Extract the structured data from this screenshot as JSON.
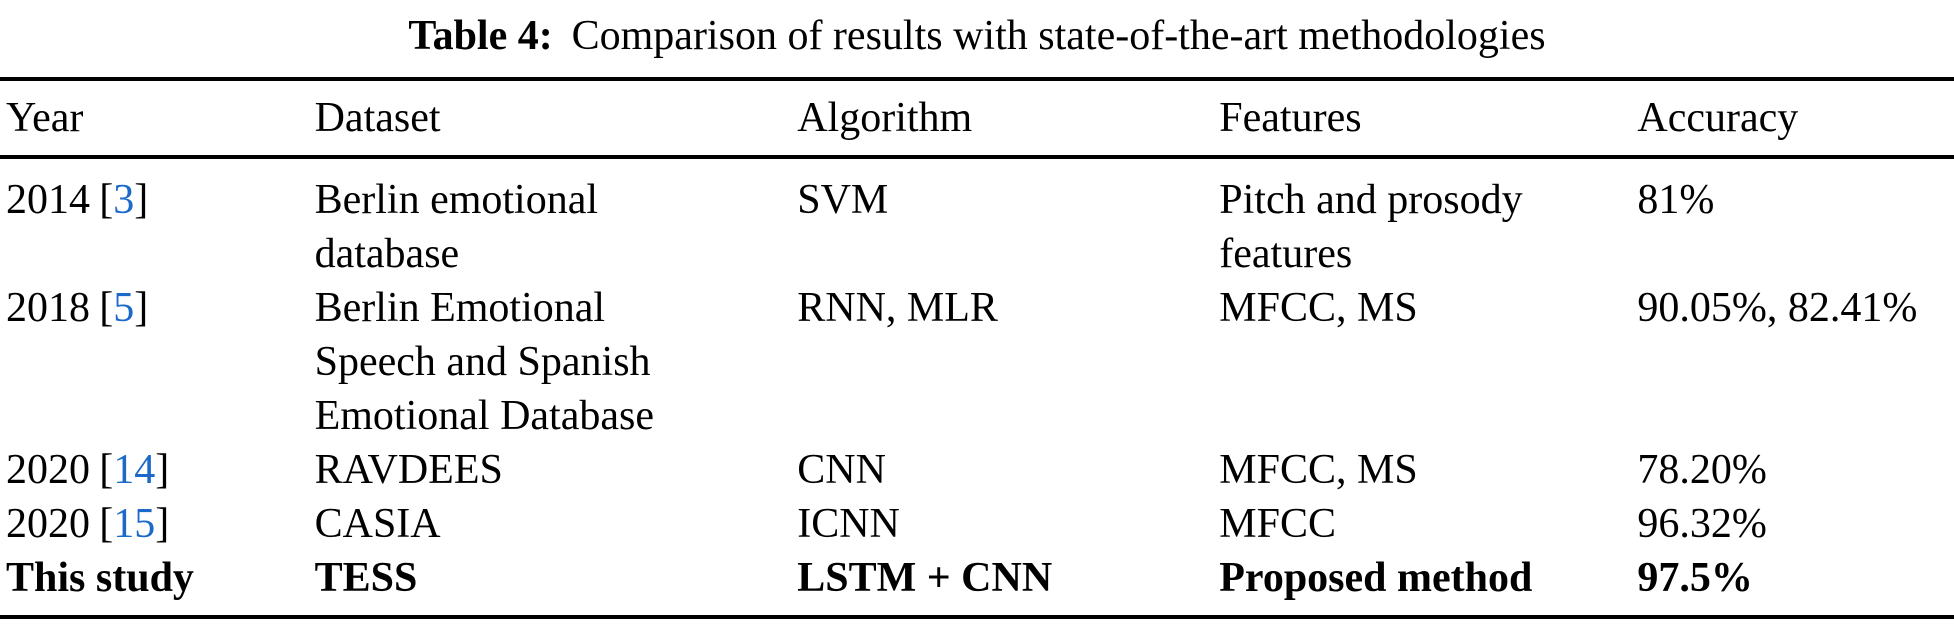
{
  "caption": {
    "label": "Table 4:",
    "text": "Comparison of results with state-of-the-art methodologies"
  },
  "colors": {
    "text": "#000000",
    "background": "#ffffff",
    "citation_link": "#1b69c8"
  },
  "columns": {
    "year": "Year",
    "dataset": "Dataset",
    "algorithm": "Algorithm",
    "features": "Features",
    "accuracy": "Accuracy"
  },
  "ref_brackets": {
    "open": "[",
    "close": "]"
  },
  "rows": [
    {
      "year": "2014",
      "ref": "3",
      "dataset": "Berlin emotional\ndatabase",
      "algorithm": "SVM",
      "features": "Pitch and prosody\nfeatures",
      "accuracy": "81%"
    },
    {
      "year": "2018",
      "ref": "5",
      "dataset": "Berlin Emotional\nSpeech and Spanish\nEmotional Database",
      "algorithm": "RNN, MLR",
      "features": "MFCC, MS",
      "accuracy": "90.05%, 82.41%"
    },
    {
      "year": "2020",
      "ref": "14",
      "dataset": "RAVDEES",
      "algorithm": "CNN",
      "features": "MFCC, MS",
      "accuracy": "78.20%"
    },
    {
      "year": "2020",
      "ref": "15",
      "dataset": "CASIA",
      "algorithm": "ICNN",
      "features": "MFCC",
      "accuracy": "96.32%"
    },
    {
      "year": "This study",
      "dataset": "TESS",
      "algorithm": "LSTM + CNN",
      "features": "Proposed method",
      "accuracy": "97.5%"
    }
  ]
}
